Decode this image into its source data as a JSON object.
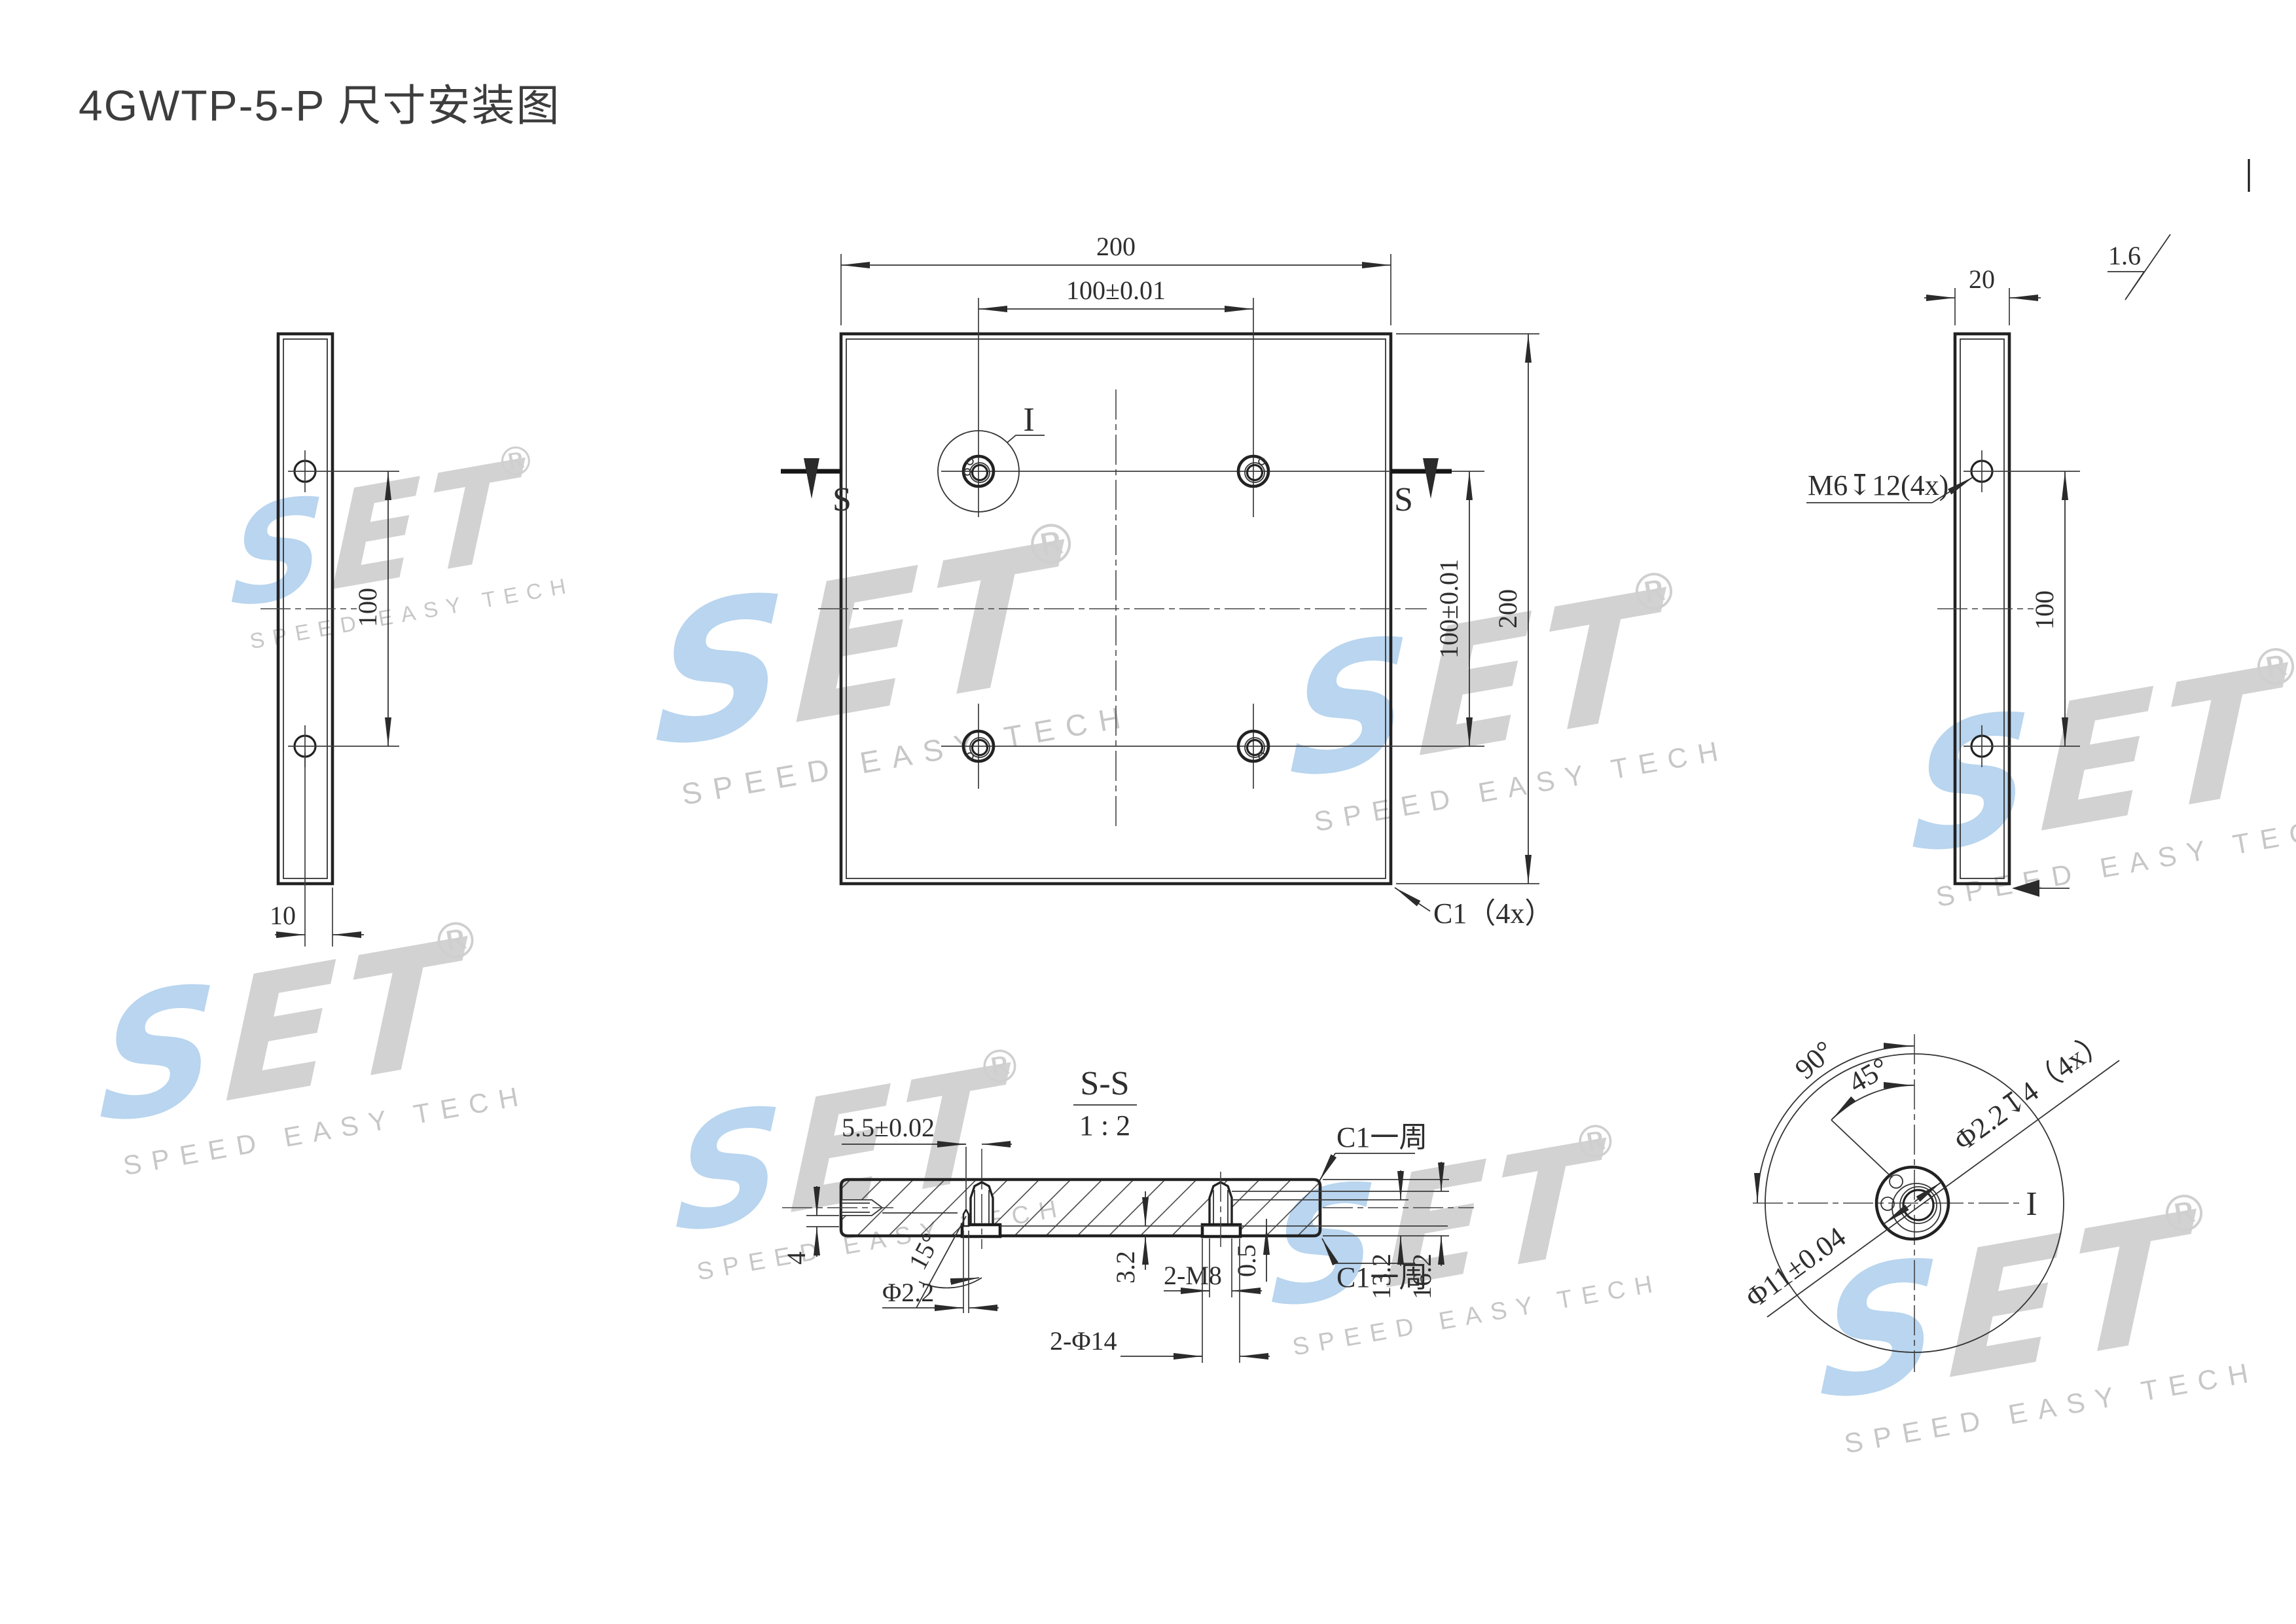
{
  "title": "4GWTP-5-P 尺寸安装图",
  "colors": {
    "watermark_blue": "#b9d5ef",
    "watermark_gray": "#d2d2d2",
    "line": "#222222"
  },
  "watermark": {
    "logo_s": "S",
    "logo_et": "ET",
    "reg": "®",
    "tagline": "SPEED EASY TECH"
  },
  "front_view": {
    "dim_width_top": "200",
    "dim_holes_top": "100±0.01",
    "dim_holes_right": "100±0.01",
    "dim_height_right": "200",
    "section_mark_left": "S",
    "section_mark_right": "S",
    "detail_mark": "I",
    "chamfer_note": "C1（4x）"
  },
  "left_view": {
    "dim_holes": "100",
    "dim_edge_offset": "10"
  },
  "right_view": {
    "dim_thickness": "20",
    "surface_roughness": "1.6",
    "thread_note": "M6↧12(4x)",
    "dim_holes": "100"
  },
  "section_view": {
    "label": "S-S",
    "scale": "1 : 2",
    "dim_pin_offset": "5.5±0.02",
    "chamfer_note_top": "C1一周",
    "chamfer_note_bottom": "C1一周",
    "dim_hole_edge": "4",
    "chamfer_angle": "15°",
    "dim_pin_dia": "Φ2.2",
    "dim_step": "3.2",
    "thread_note": "2-M8",
    "dim_cbore_depth": "0.5",
    "cbore_note": "2-Φ14",
    "dim_13": "13.2",
    "dim_16": "16.2"
  },
  "detail_view": {
    "angle_full": "90°",
    "angle_half": "45°",
    "pin_note": "Φ2.2↧4（4x）",
    "bore_dim": "Φ11±0.04",
    "label": "I"
  }
}
